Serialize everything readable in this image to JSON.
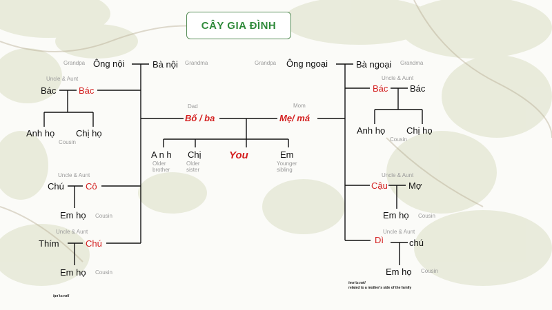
{
  "title": "CÂY GIA ĐÌNH",
  "paternal": {
    "grandpa_en": "Grandpa",
    "grandpa": "Ông nội",
    "grandma": "Bà nội",
    "grandma_en": "Grandma",
    "uncle_aunt_1_en": "Uncle & Aunt",
    "bac_left": "Bác",
    "bac_right": "Bác",
    "cousin_anh": "Anh họ",
    "cousin_chi": "Chị họ",
    "cousin_1_en": "Cousin",
    "uncle_aunt_2_en": "Uncle & Aunt",
    "chu": "Chú",
    "co": "Cô",
    "em_ho_1": "Em họ",
    "cousin_2_en": "Cousin",
    "uncle_aunt_3_en": "Uncle & Aunt",
    "thim": "Thím",
    "chu_red": "Chú",
    "em_ho_2": "Em họ",
    "cousin_3_en": "Cousin",
    "phonetic": "/pəˈtɜːnəl/"
  },
  "parents": {
    "dad_en": "Dad",
    "dad": "Bố / ba",
    "mom_en": "Mom",
    "mom": "Mẹ/ má"
  },
  "siblings": {
    "anh": "A n h",
    "anh_en_1": "Older",
    "anh_en_2": "brother",
    "chi": "Chị",
    "chi_en_1": "Older",
    "chi_en_2": "sister",
    "you": "You",
    "em": "Em",
    "em_en_1": "Younger",
    "em_en_2": "sibling"
  },
  "maternal": {
    "grandpa_en": "Grandpa",
    "grandpa": "Ông ngoại",
    "grandma": "Bà ngoại",
    "grandma_en": "Grandma",
    "uncle_aunt_1_en": "Uncle & Aunt",
    "bac_red": "Bác",
    "bac": "Bác",
    "cousin_anh": "Anh họ",
    "cousin_chi": "Chị họ",
    "cousin_1_en": "Cousin",
    "uncle_aunt_2_en": "Uncle & Aunt",
    "cau": "Cậu",
    "mo": "Mợ",
    "em_ho_1": "Em họ",
    "cousin_2_en": "Cousin",
    "uncle_aunt_3_en": "Uncle & Aunt",
    "di": "Dì",
    "chu": "chú",
    "em_ho_2": "Em họ",
    "cousin_3_en": "Cousin",
    "phonetic": "/məˈtɜːnəl/",
    "definition": "related to a mother's side of the family"
  }
}
